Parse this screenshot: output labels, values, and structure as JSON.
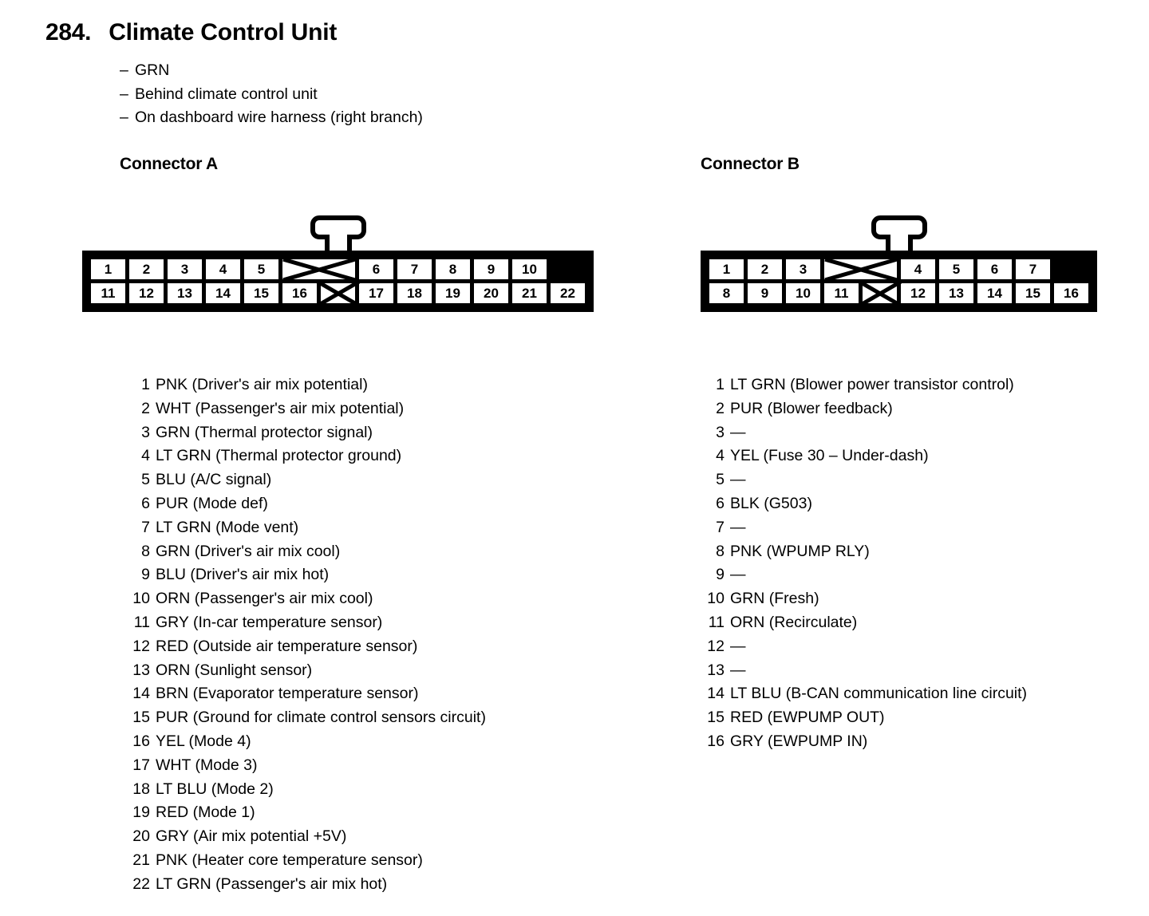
{
  "title": {
    "number": "284.",
    "text": "Climate Control Unit"
  },
  "details": [
    "– GRN",
    "– Behind climate control unit",
    "– On dashboard wire harness (right branch)"
  ],
  "connector_a": {
    "heading": "Connector A",
    "diagram": {
      "top_row": [
        "1",
        "2",
        "3",
        "4",
        "5",
        "",
        "6",
        "7",
        "8",
        "9",
        "10"
      ],
      "bottom_row": [
        "11",
        "12",
        "13",
        "14",
        "15",
        "16",
        "",
        "17",
        "18",
        "19",
        "20",
        "21",
        "22"
      ]
    },
    "pins": [
      {
        "num": "1",
        "desc": "PNK (Driver's air mix potential)"
      },
      {
        "num": "2",
        "desc": "WHT (Passenger's air mix potential)"
      },
      {
        "num": "3",
        "desc": "GRN (Thermal protector signal)"
      },
      {
        "num": "4",
        "desc": "LT GRN (Thermal protector ground)"
      },
      {
        "num": "5",
        "desc": "BLU (A/C signal)"
      },
      {
        "num": "6",
        "desc": "PUR (Mode def)"
      },
      {
        "num": "7",
        "desc": "LT GRN (Mode vent)"
      },
      {
        "num": "8",
        "desc": "GRN (Driver's air mix cool)"
      },
      {
        "num": "9",
        "desc": "BLU (Driver's air mix hot)"
      },
      {
        "num": "10",
        "desc": "ORN (Passenger's air mix cool)"
      },
      {
        "num": "11",
        "desc": "GRY (In-car temperature sensor)"
      },
      {
        "num": "12",
        "desc": "RED (Outside air temperature sensor)"
      },
      {
        "num": "13",
        "desc": "ORN (Sunlight sensor)"
      },
      {
        "num": "14",
        "desc": "BRN (Evaporator temperature sensor)"
      },
      {
        "num": "15",
        "desc": "PUR (Ground for climate control sensors circuit)"
      },
      {
        "num": "16",
        "desc": "YEL (Mode 4)"
      },
      {
        "num": "17",
        "desc": "WHT (Mode 3)"
      },
      {
        "num": "18",
        "desc": "LT BLU (Mode 2)"
      },
      {
        "num": "19",
        "desc": "RED (Mode 1)"
      },
      {
        "num": "20",
        "desc": "GRY (Air mix potential +5V)"
      },
      {
        "num": "21",
        "desc": "PNK (Heater core temperature sensor)"
      },
      {
        "num": "22",
        "desc": "LT GRN (Passenger's air mix hot)"
      }
    ]
  },
  "connector_b": {
    "heading": "Connector B",
    "diagram": {
      "top_row": [
        "1",
        "2",
        "3",
        "",
        "4",
        "5",
        "6",
        "7"
      ],
      "bottom_row": [
        "8",
        "9",
        "10",
        "11",
        "",
        "12",
        "13",
        "14",
        "15",
        "16"
      ]
    },
    "pins": [
      {
        "num": "1",
        "desc": "LT GRN (Blower power transistor control)"
      },
      {
        "num": "2",
        "desc": "PUR (Blower feedback)"
      },
      {
        "num": "3",
        "desc": "—"
      },
      {
        "num": "4",
        "desc": "YEL (Fuse 30 – Under-dash)"
      },
      {
        "num": "5",
        "desc": "—"
      },
      {
        "num": "6",
        "desc": "BLK (G503)"
      },
      {
        "num": "7",
        "desc": "—"
      },
      {
        "num": "8",
        "desc": "PNK (WPUMP RLY)"
      },
      {
        "num": "9",
        "desc": "—"
      },
      {
        "num": "10",
        "desc": "GRN (Fresh)"
      },
      {
        "num": "11",
        "desc": "ORN (Recirculate)"
      },
      {
        "num": "12",
        "desc": "—"
      },
      {
        "num": "13",
        "desc": "—"
      },
      {
        "num": "14",
        "desc": "LT BLU (B-CAN communication line circuit)"
      },
      {
        "num": "15",
        "desc": "RED (EWPUMP OUT)"
      },
      {
        "num": "16",
        "desc": "GRY (EWPUMP IN)"
      }
    ]
  },
  "colors": {
    "ink": "#000000",
    "paper": "#ffffff"
  }
}
